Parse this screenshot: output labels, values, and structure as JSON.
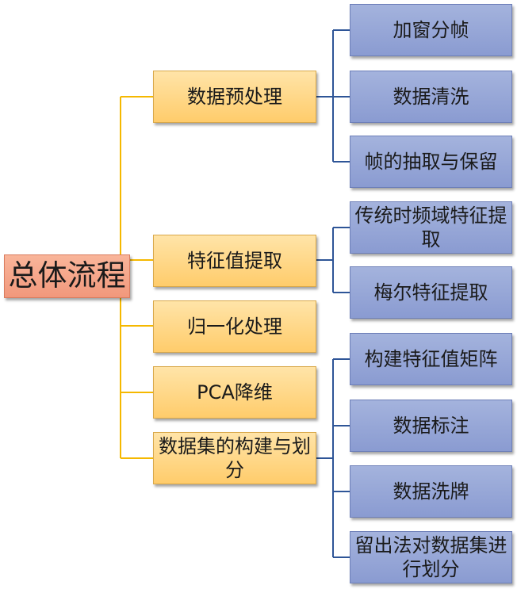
{
  "root": {
    "label": "总体流程"
  },
  "stages": [
    {
      "label": "数据预处理",
      "children": [
        "加窗分帧",
        "数据清洗",
        "帧的抽取与保留"
      ]
    },
    {
      "label": "特征值提取",
      "children": [
        "传统时频域特征提取",
        "梅尔特征提取"
      ]
    },
    {
      "label": "归一化处理",
      "children": []
    },
    {
      "label": "PCA降维",
      "children": []
    },
    {
      "label": "数据集的构建与划分",
      "children": [
        "构建特征值矩阵",
        "数据标注",
        "数据洗牌",
        "留出法对数据集进行划分"
      ]
    }
  ],
  "colors": {
    "root_fill": "#f1987c",
    "stage_fill": "#ffcc6b",
    "leaf_fill": "#8a9bd1",
    "root_connector": "#f5b800",
    "leaf_connector": "#2e5597"
  }
}
